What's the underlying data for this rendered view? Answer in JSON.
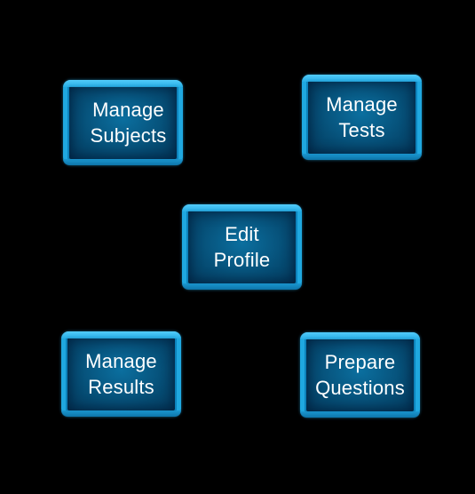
{
  "colors": {
    "background": "#000000",
    "tile_fill": "#064f77",
    "tile_border": "#1fa8e0",
    "label_text": "#ffffff"
  },
  "menu": {
    "tiles": [
      {
        "id": "manage_subjects",
        "label": "Manage\nSubjects"
      },
      {
        "id": "manage_tests",
        "label": "Manage\nTests"
      },
      {
        "id": "edit_profile",
        "label": "Edit\nProfile"
      },
      {
        "id": "manage_results",
        "label": "Manage\nResults"
      },
      {
        "id": "prepare_questions",
        "label": "Prepare\nQuestions"
      }
    ]
  }
}
